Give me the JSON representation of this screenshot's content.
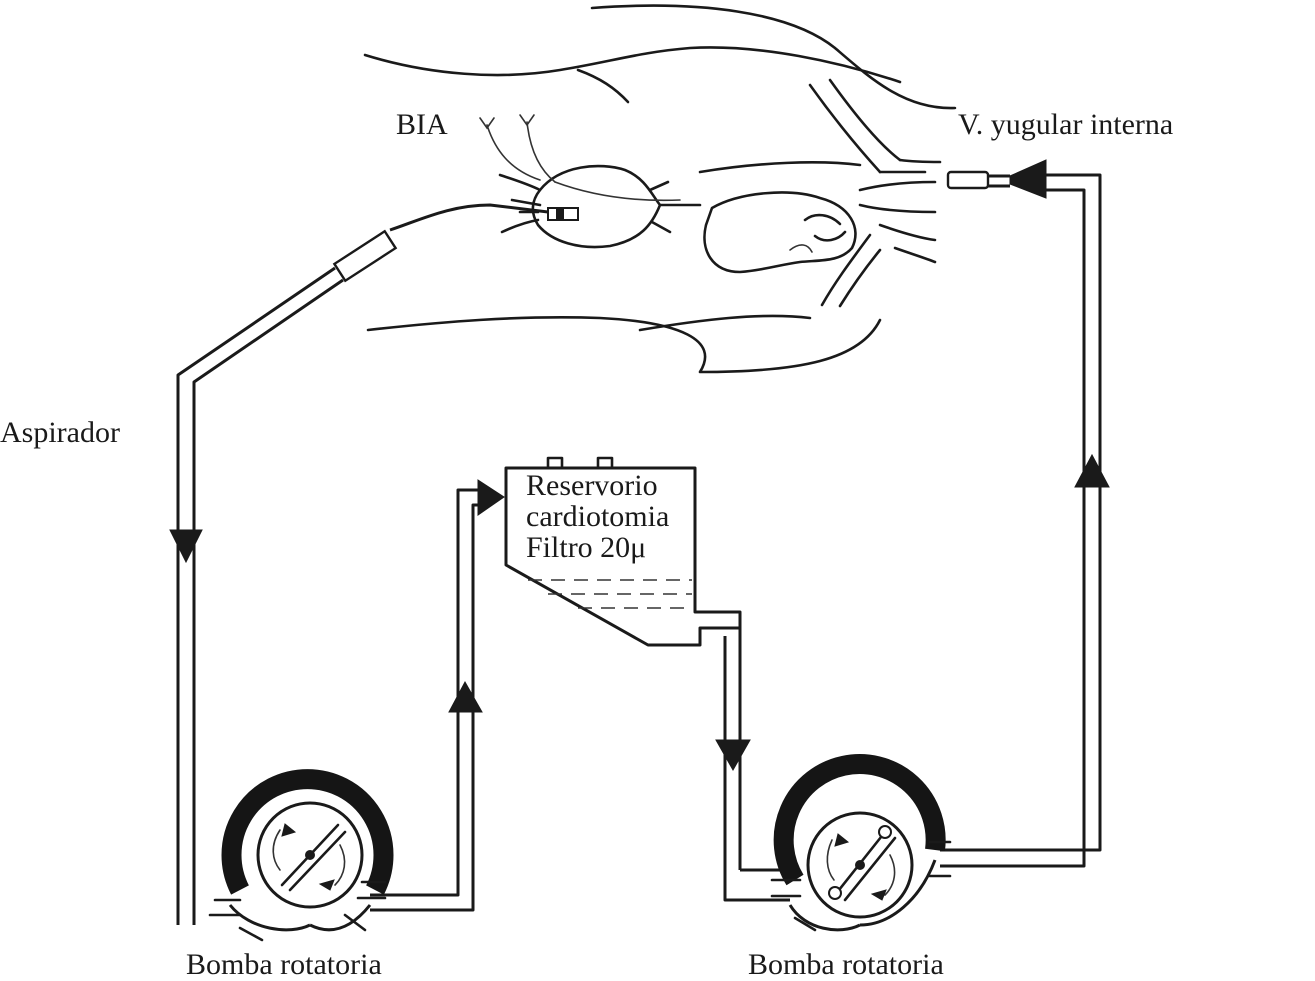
{
  "labels": {
    "bia": "BIA",
    "jugular": "V. yugular interna",
    "aspirador": "Aspirador",
    "reservorio_line1": "Reservorio",
    "reservorio_line2": "cardiotomia",
    "reservorio_line3": "Filtro 20μ",
    "pump_left": "Bomba rotatoria",
    "pump_right": "Bomba rotatoria"
  }
}
